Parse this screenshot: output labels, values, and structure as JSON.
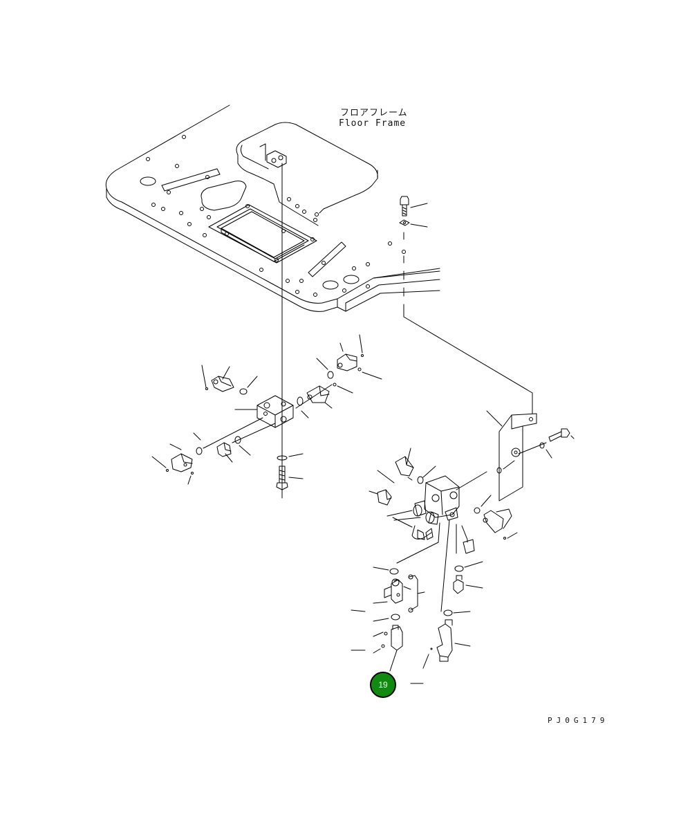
{
  "diagram": {
    "title_jp": "フロアフレーム",
    "title_en": "Floor Frame",
    "drawing_code": "PJ0G179",
    "callout": {
      "number": "19",
      "color": "#118a11"
    }
  }
}
